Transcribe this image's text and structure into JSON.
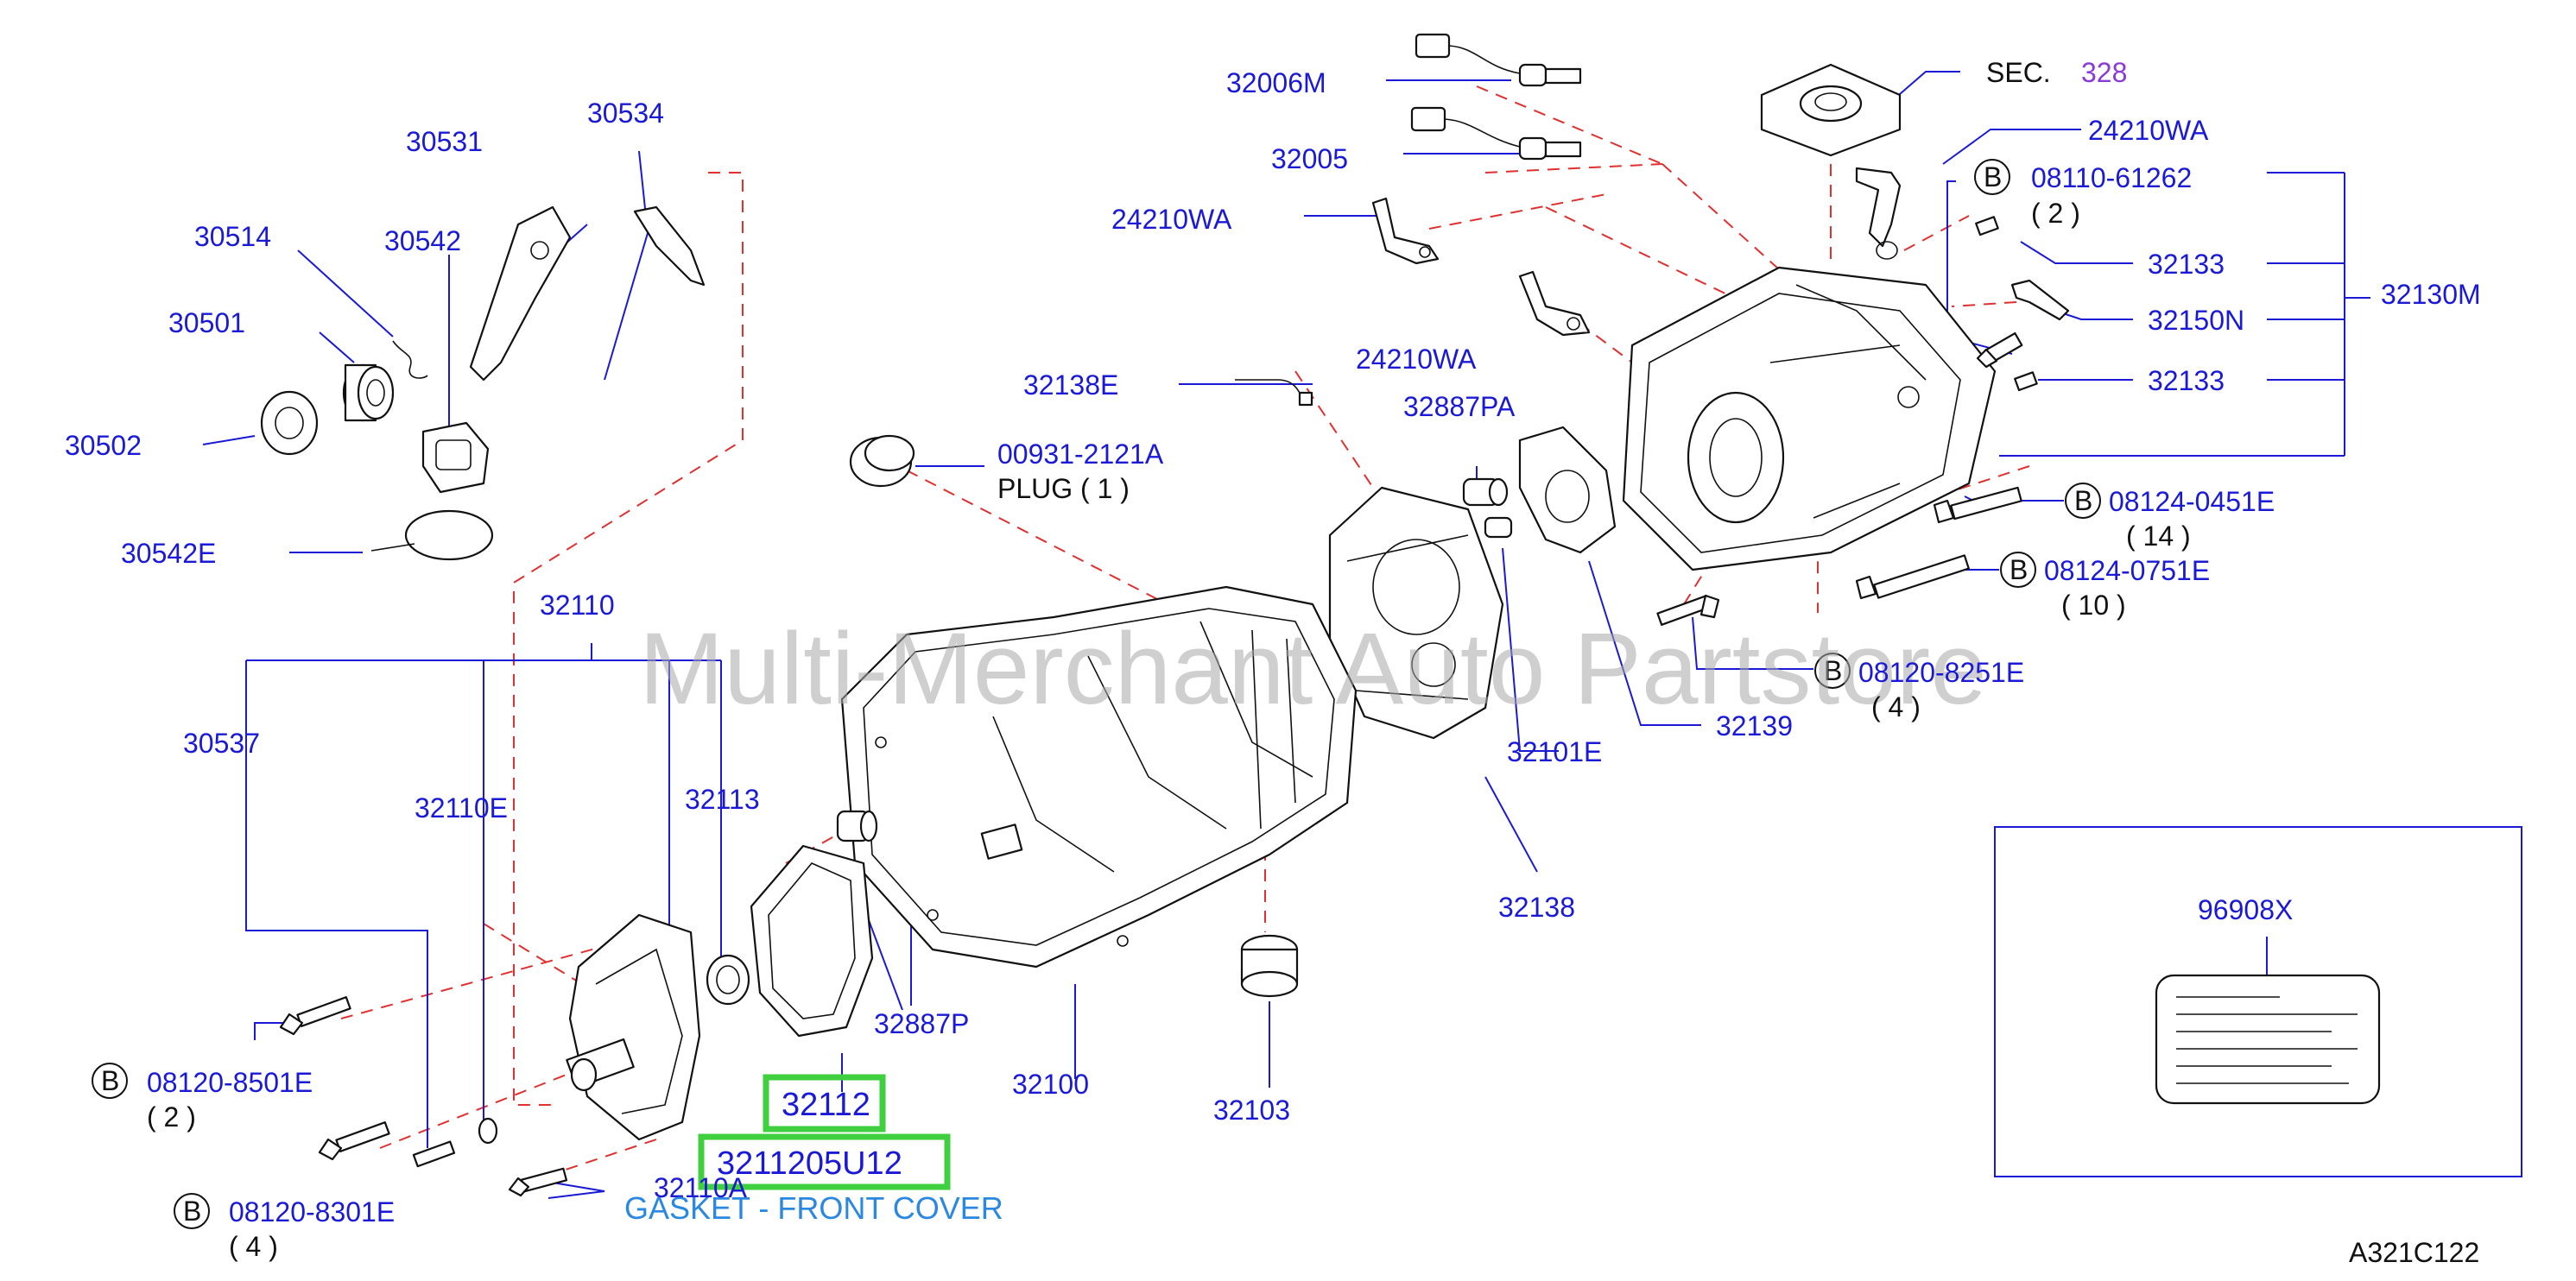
{
  "watermark": "Multi-Merchant Auto Partstore",
  "diagram_code": "A321C122",
  "section_ref": {
    "prefix": "SEC.",
    "number": "328"
  },
  "bolt_marker": "B",
  "parts": {
    "p32006M": "32006M",
    "p32005": "32005",
    "p24210WA_a": "24210WA",
    "p24210WA_b": "24210WA",
    "p24210WA_c": "24210WA",
    "p08110_61262": "08110-61262",
    "q_2a": "( 2 )",
    "p32133_a": "32133",
    "p32133_b": "32133",
    "p32150N": "32150N",
    "p32130M": "32130M",
    "p30531": "30531",
    "p30534": "30534",
    "p30514": "30514",
    "p30542": "30542",
    "p30501": "30501",
    "p30502": "30502",
    "p30542E": "30542E",
    "p32138E": "32138E",
    "p32887PA": "32887PA",
    "p00931_2121A": "00931-2121A",
    "plug": "PLUG ( 1 )",
    "p08124_0451E": "08124-0451E",
    "q_14": "( 14 )",
    "p08124_0751E": "08124-0751E",
    "q_10": "( 10 )",
    "p08120_8251E": "08120-8251E",
    "q_4a": "( 4 )",
    "p32139": "32139",
    "p32101E": "32101E",
    "p32110": "32110",
    "p30537": "30537",
    "p32110E": "32110E",
    "p32113": "32113",
    "p32887P": "32887P",
    "p32138": "32138",
    "p32100": "32100",
    "p32103": "32103",
    "p32112": "32112",
    "p3211205U12": "3211205U12",
    "gasket_desc": "GASKET - FRONT COVER",
    "p32110A": "32110A",
    "p08120_8501E": "08120-8501E",
    "q_2b": "( 2 )",
    "p08120_8301E": "08120-8301E",
    "q_4b": "( 4 )",
    "p96908X": "96908X"
  },
  "highlight_color": "#3fcf3f",
  "label_color": "#1a1ad6",
  "leader_dash_color": "#e03030"
}
